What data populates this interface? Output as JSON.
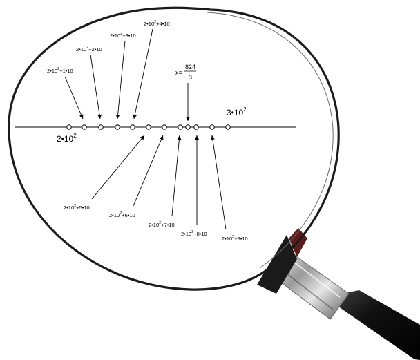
{
  "number_line": {
    "start_label": {
      "coef": "2•10",
      "exp": "2"
    },
    "end_label": {
      "coef": "3•10",
      "exp": "2"
    }
  },
  "points_above": [
    {
      "base": "2•10",
      "exp": "2",
      "tail": "+1•10"
    },
    {
      "base": "2•10",
      "exp": "2",
      "tail": "+2•10"
    },
    {
      "base": "2•10",
      "exp": "2",
      "tail": "+3•10"
    },
    {
      "base": "2•10",
      "exp": "2",
      "tail": "+4•10"
    }
  ],
  "points_below": [
    {
      "base": "2•10",
      "exp": "2",
      "tail": "+5•10"
    },
    {
      "base": "2•10",
      "exp": "2",
      "tail": "+6•10"
    },
    {
      "base": "2•10",
      "exp": "2",
      "tail": "+7•10"
    },
    {
      "base": "2•10",
      "exp": "2",
      "tail": "+8•10"
    },
    {
      "base": "2•10",
      "exp": "2",
      "tail": "+9•10"
    }
  ],
  "x_marker": {
    "prefix": "x=",
    "numerator": "824",
    "denominator": "3"
  }
}
